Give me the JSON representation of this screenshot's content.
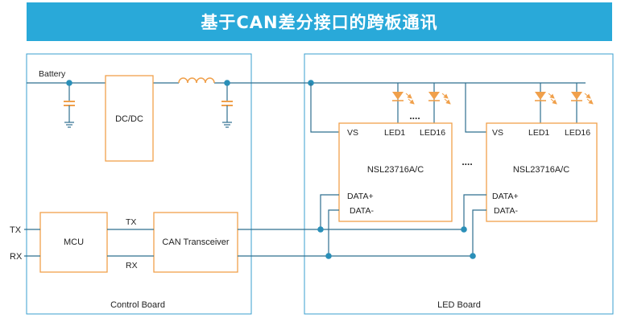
{
  "title": "基于CAN差分接口的跨板通讯",
  "colors": {
    "banner": "#29a9d9",
    "wire": "#2f6f8f",
    "board_border": "#3a9fcf",
    "block_border": "#f0a04b",
    "node": "#2a8fb8",
    "led": "#f0a04b"
  },
  "control_board": {
    "label": "Control Board",
    "battery_label": "Battery",
    "dcdc_label": "DC/DC",
    "mcu_label": "MCU",
    "transceiver_label": "CAN Transceiver",
    "tx_label": "TX",
    "rx_label": "RX"
  },
  "external": {
    "tx_label": "TX",
    "rx_label": "RX"
  },
  "led_board": {
    "label": "LED Board",
    "ellipsis": "....",
    "driver_ellipsis": "....",
    "drivers": [
      {
        "name": "NSL23716A/C",
        "vs": "VS",
        "led_first": "LED1",
        "led_last": "LED16",
        "data_plus": "DATA+",
        "data_minus": "DATA-"
      },
      {
        "name": "NSL23716A/C",
        "vs": "VS",
        "led_first": "LED1",
        "led_last": "LED16",
        "data_plus": "DATA+",
        "data_minus": "DATA-"
      }
    ]
  }
}
